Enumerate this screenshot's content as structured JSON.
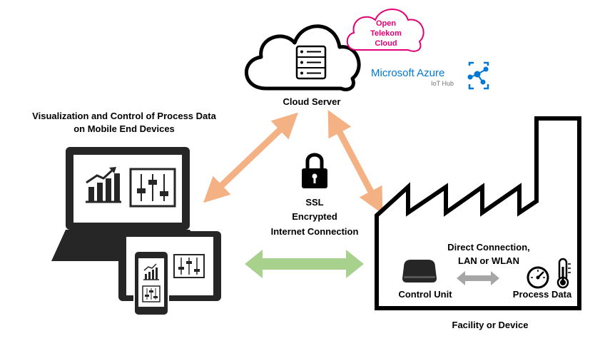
{
  "cloud": {
    "label": "Cloud Server",
    "server_icon": "server-rack-icon"
  },
  "providers": {
    "telekom_line1": "Open",
    "telekom_line2": "Telekom",
    "telekom_line3": "Cloud",
    "telekom_color": "#e20074",
    "azure_name": "Microsoft Azure",
    "azure_sub": "IoT Hub",
    "azure_color": "#0078d4",
    "azure_icon": "azure-iot-hub-icon"
  },
  "visualization": {
    "line1": "Visualization and Control of Process Data",
    "line2": "on Mobile End Devices"
  },
  "connection": {
    "line1": "SSL",
    "line2": "Encrypted",
    "line3": "Internet Connection",
    "icon": "padlock-icon"
  },
  "facility": {
    "label": "Facility or Device",
    "direct_line1": "Direct Connection,",
    "direct_line2": "LAN or WLAN",
    "control_unit": "Control Unit",
    "process_data": "Process Data"
  },
  "colors": {
    "orange_arrow": "#f4b183",
    "green_arrow": "#a9d18e",
    "grey_arrow": "#a6a6a6",
    "device_dark": "#262626"
  }
}
